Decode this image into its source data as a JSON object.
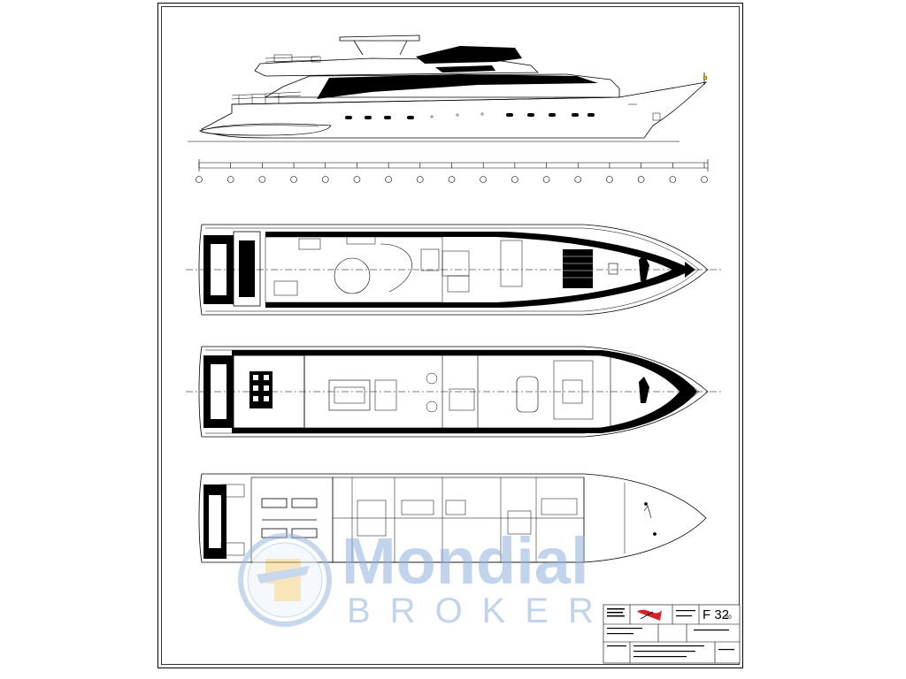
{
  "sheet": {
    "views": [
      "side-profile",
      "sun-deck-plan",
      "main-deck-plan",
      "lower-deck-plan"
    ],
    "frame_marks": [
      "",
      "",
      "",
      "",
      "",
      "",
      "",
      "",
      "",
      "",
      "",
      "",
      "",
      "",
      "",
      "",
      ""
    ]
  },
  "watermark": {
    "word1": "Mondial",
    "word2": "BROKER"
  },
  "title_block": {
    "sheet_number": "F 32",
    "sheet_suffix": "00",
    "company": "",
    "title_lines": [
      "",
      ""
    ],
    "drawing_code": "",
    "footer_lines": [
      "",
      ""
    ]
  },
  "colors": {
    "ink": "#000000",
    "watermark_blue": "#8fb2dc",
    "watermark_gold": "#f5d98a",
    "accent_red": "#d2222a"
  }
}
